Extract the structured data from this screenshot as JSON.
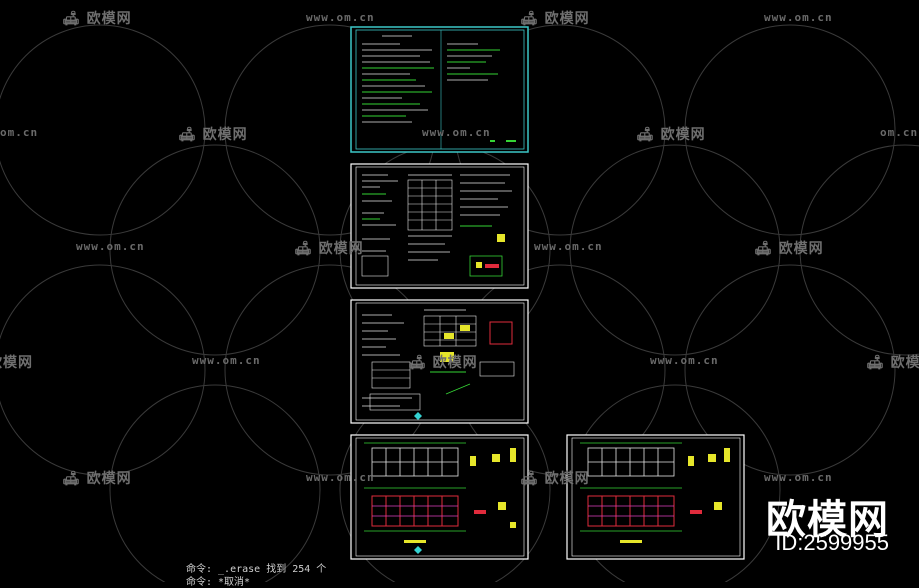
{
  "watermark": {
    "brand_text": "欧模网",
    "url_text": "www.om.cn",
    "url_partial": "om.cn",
    "color": "#6f6f6f"
  },
  "brand_overlay": {
    "logo_text": "欧模网",
    "id_text": "ID:2599955"
  },
  "command_line": {
    "line1": "命令: _.erase 找到 254 个",
    "line2": "命令: *取消*"
  },
  "colors": {
    "background": "#000000",
    "frame": "#ffffff",
    "selected_frame": "#3cc7c7",
    "green": "#35d435",
    "red": "#e02b3c",
    "magenta": "#e040c0",
    "yellow": "#e6e62a",
    "cyan": "#34d3d3"
  }
}
